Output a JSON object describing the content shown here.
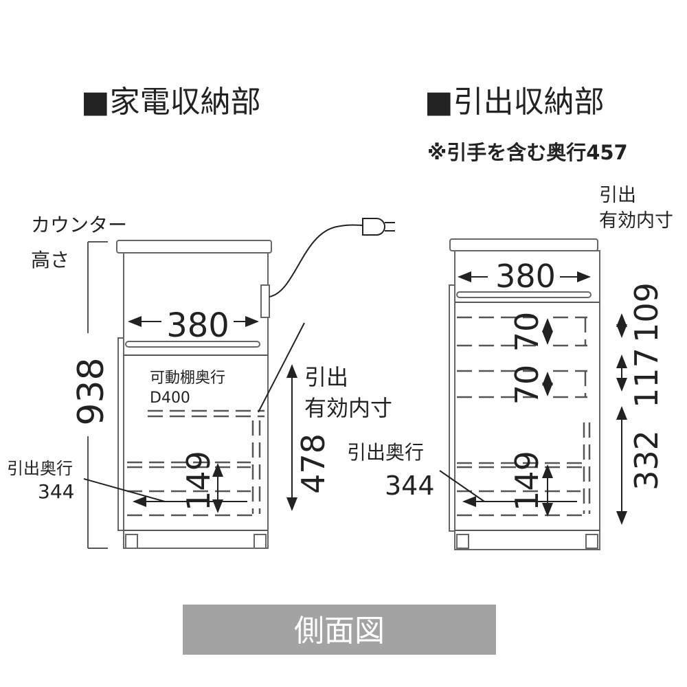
{
  "headings": {
    "left": "■家電収納部",
    "right": "■引出収納部",
    "right_note": "※引手を含む奥行457"
  },
  "left_cabinet": {
    "counter_label_1": "カウンター",
    "counter_label_2": "高さ",
    "height": "938",
    "width_inner": "380",
    "shelf_label_1": "可動棚奥行",
    "shelf_label_2": "D400",
    "drawer_label_1": "引出",
    "drawer_label_2": "有効内寸",
    "drawer_height": "478",
    "drawer_depth_label": "引出奥行",
    "drawer_depth": "344",
    "drawer_inner": "149"
  },
  "right_cabinet": {
    "drawer_label_1": "引出",
    "drawer_label_2": "有効内寸",
    "width_inner": "380",
    "inner_1": "70",
    "inner_2": "70",
    "inner_3": "149",
    "outer_1": "109",
    "outer_2": "117",
    "outer_3": "332",
    "drawer_depth_label": "引出奥行",
    "drawer_depth": "344"
  },
  "footer": {
    "view_label": "側面図"
  },
  "colors": {
    "button_bg": "#a3a3a3",
    "text": "#222222"
  }
}
